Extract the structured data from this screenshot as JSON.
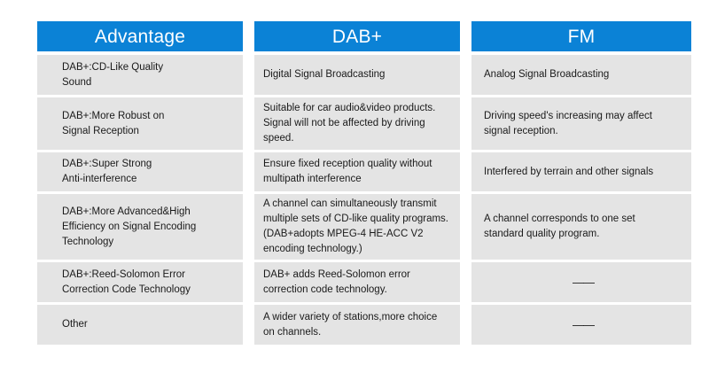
{
  "table": {
    "columns": [
      {
        "key": "advantage",
        "header": "Advantage",
        "cells": [
          "DAB+:CD-Like Quality\nSound",
          "DAB+:More Robust on\nSignal Reception",
          "DAB+:Super Strong\nAnti-interference",
          "DAB+:More Advanced&High\nEfficiency on Signal Encoding\nTechnology",
          "DAB+:Reed-Solomon Error\nCorrection Code Technology",
          "Other"
        ]
      },
      {
        "key": "dab",
        "header": "DAB+",
        "cells": [
          "Digital Signal Broadcasting",
          "Suitable for car audio&video products.\nSignal will not be affected by driving\nspeed.",
          "Ensure fixed reception quality without\nmultipath interference",
          "A channel can simultaneously transmit\nmultiple sets of CD-like quality programs.\n(DAB+adopts MPEG-4 HE-ACC V2\nencoding technology.)",
          "DAB+ adds Reed-Solomon error\ncorrection code technology.",
          "A wider variety of stations,more choice\non channels."
        ]
      },
      {
        "key": "fm",
        "header": "FM",
        "cells": [
          "Analog Signal Broadcasting",
          "Driving speed's increasing may affect\nsignal reception.",
          "Interfered by terrain and other signals",
          "A channel corresponds to one set\nstandard quality program.",
          "——",
          "——"
        ]
      }
    ]
  },
  "colors": {
    "header_blue": "#0b82d6",
    "cell_gray": "#e4e4e4",
    "page_background": "#ffffff",
    "text": "#1a1a1a",
    "header_text": "#ffffff"
  }
}
